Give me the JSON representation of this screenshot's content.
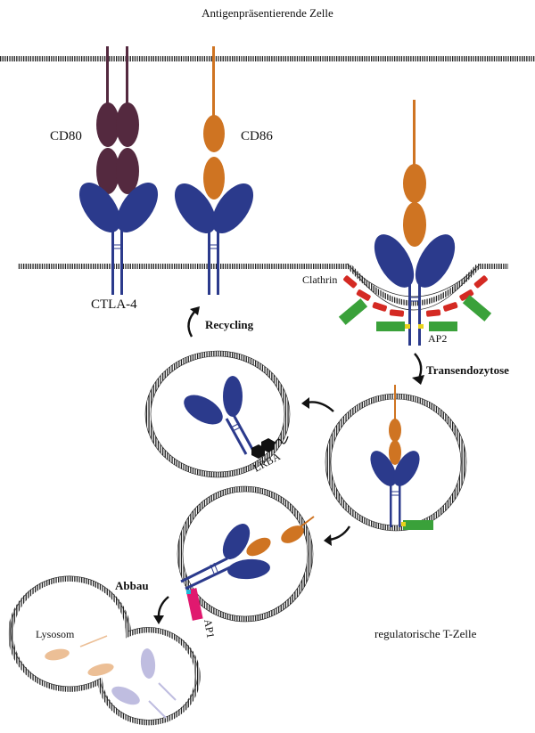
{
  "labels": {
    "top_cell": "Antigenpräsentierende Zelle",
    "cd80": "CD80",
    "cd86": "CD86",
    "ctla4": "CTLA-4",
    "clathrin": "Clathrin",
    "ap2": "AP2",
    "recycling": "Recycling",
    "transendozytose": "Transendozytose",
    "lrba": "LRBA",
    "abbau": "Abbau",
    "ap1": "AP1",
    "lysosom": "Lysosom",
    "bottom_cell": "regulatorische T-Zelle"
  },
  "colors": {
    "ctla4": "#2b3a8c",
    "cd80": "#54293f",
    "cd86": "#cf7422",
    "clathrin": "#d42a23",
    "ap2_green": "#3aa13a",
    "ap1_pink": "#e0196f",
    "lrba": "#111111",
    "faded_orange": "#ecbf96",
    "faded_blue": "#bfbde0"
  }
}
